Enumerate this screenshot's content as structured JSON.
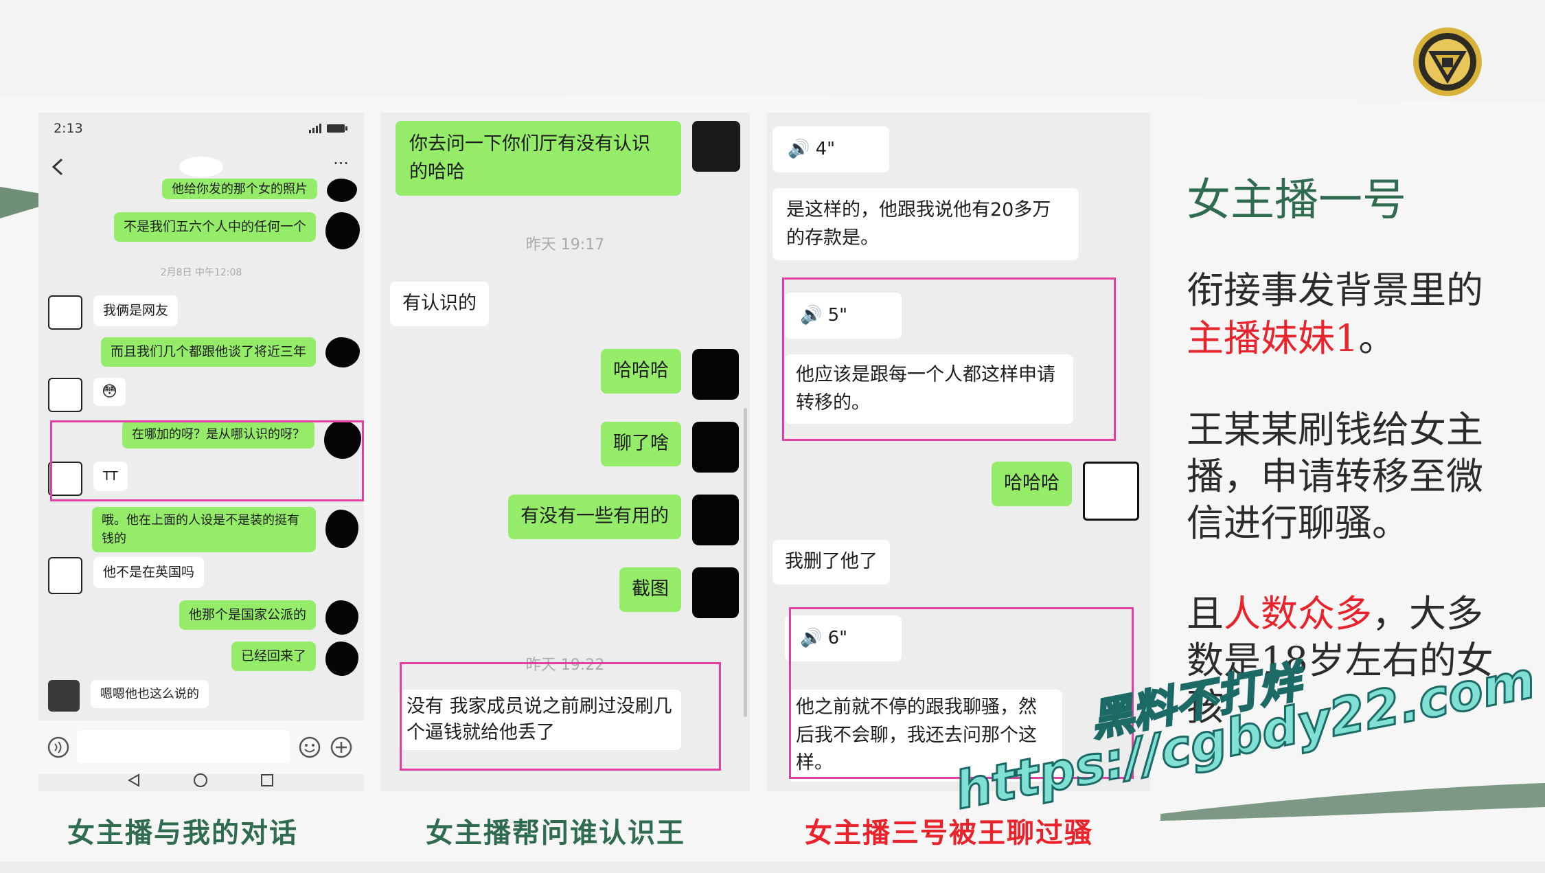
{
  "slide": {
    "side_title": "女主播一号",
    "para1_before": "衔接事发背景里的",
    "para1_highlight": "主播妹妹1",
    "para1_after": "。",
    "para2": "王某某刷钱给女主播，申请转移至微信进行聊骚。",
    "para3_before": "且",
    "para3_highlight": "人数众多",
    "para3_after": "，大多数是18岁左右的女孩",
    "captions": [
      "女主播与我的对话",
      "女主播帮问谁认识王",
      "女主播三号被王聊过骚"
    ],
    "colors": {
      "accent_green": "#2e6b4f",
      "highlight_red": "#e8232b",
      "chat_green": "#95ec69",
      "frame_pink": "#e23fa0"
    }
  },
  "watermark": {
    "line1": "黑料不打烊",
    "line2": "https://cgbdy22.com"
  },
  "phone1": {
    "status_time": "2:13",
    "more_menu": "···",
    "back_icon": "chevron-left-icon",
    "messages": [
      {
        "dir": "out",
        "text": "他给你发的那个女的照片"
      },
      {
        "dir": "out",
        "text": "不是我们五六个人中的任何一个"
      },
      {
        "dir": "ts",
        "text": "2月8日 中午12:08"
      },
      {
        "dir": "in",
        "text": "我俩是网友"
      },
      {
        "dir": "out",
        "text": "而且我们几个都跟他谈了将近三年"
      },
      {
        "dir": "in",
        "text": "😳"
      },
      {
        "dir": "out",
        "text": "在哪加的呀？是从哪认识的呀？"
      },
      {
        "dir": "in",
        "text": "TT"
      },
      {
        "dir": "out",
        "text": "哦。他在上面的人设是不是装的挺有钱的"
      },
      {
        "dir": "in",
        "text": "他不是在英国吗"
      },
      {
        "dir": "out",
        "text": "他那个是国家公派的"
      },
      {
        "dir": "out",
        "text": "已经回来了"
      },
      {
        "dir": "in",
        "text": "嗯嗯他也这么说的"
      }
    ]
  },
  "phone2": {
    "messages": [
      {
        "dir": "out",
        "text": "你去问一下你们厅有没有认识的哈哈"
      },
      {
        "dir": "ts",
        "text": "昨天 19:17"
      },
      {
        "dir": "in",
        "text": "有认识的"
      },
      {
        "dir": "out",
        "text": "哈哈哈"
      },
      {
        "dir": "out",
        "text": "聊了啥"
      },
      {
        "dir": "out",
        "text": "有没有一些有用的"
      },
      {
        "dir": "out",
        "text": "截图"
      },
      {
        "dir": "ts",
        "text": "昨天 19:22"
      },
      {
        "dir": "in",
        "text": "没有 我家成员说之前刷过没刷几个逼钱就给他丢了"
      }
    ]
  },
  "phone3": {
    "messages": [
      {
        "dir": "in",
        "type": "voice",
        "text": "4\""
      },
      {
        "dir": "in",
        "text": "是这样的，他跟我说他有20多万的存款是。"
      },
      {
        "dir": "in",
        "type": "voice",
        "text": "5\""
      },
      {
        "dir": "in",
        "text": "他应该是跟每一个人都这样申请转移的。"
      },
      {
        "dir": "out",
        "text": "哈哈哈"
      },
      {
        "dir": "in",
        "text": "我删了他了"
      },
      {
        "dir": "in",
        "type": "voice",
        "text": "6\""
      },
      {
        "dir": "in",
        "text": "他之前就不停的跟我聊骚，然后我不会聊，我还去问那个这样。"
      }
    ]
  }
}
